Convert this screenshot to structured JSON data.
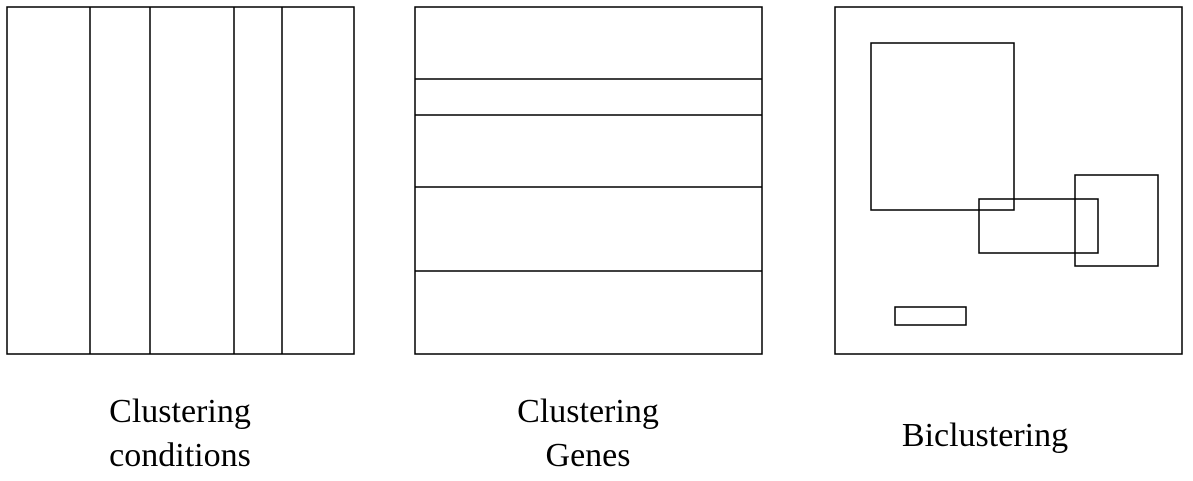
{
  "panels": [
    {
      "id": "clustering-conditions",
      "caption_lines": [
        "Clustering",
        "conditions"
      ]
    },
    {
      "id": "clustering-genes",
      "caption_lines": [
        "Clustering",
        "Genes"
      ]
    },
    {
      "id": "biclustering",
      "caption_lines": [
        "Biclustering"
      ]
    }
  ],
  "colors": {
    "stroke": "#000000",
    "background": "#ffffff"
  }
}
